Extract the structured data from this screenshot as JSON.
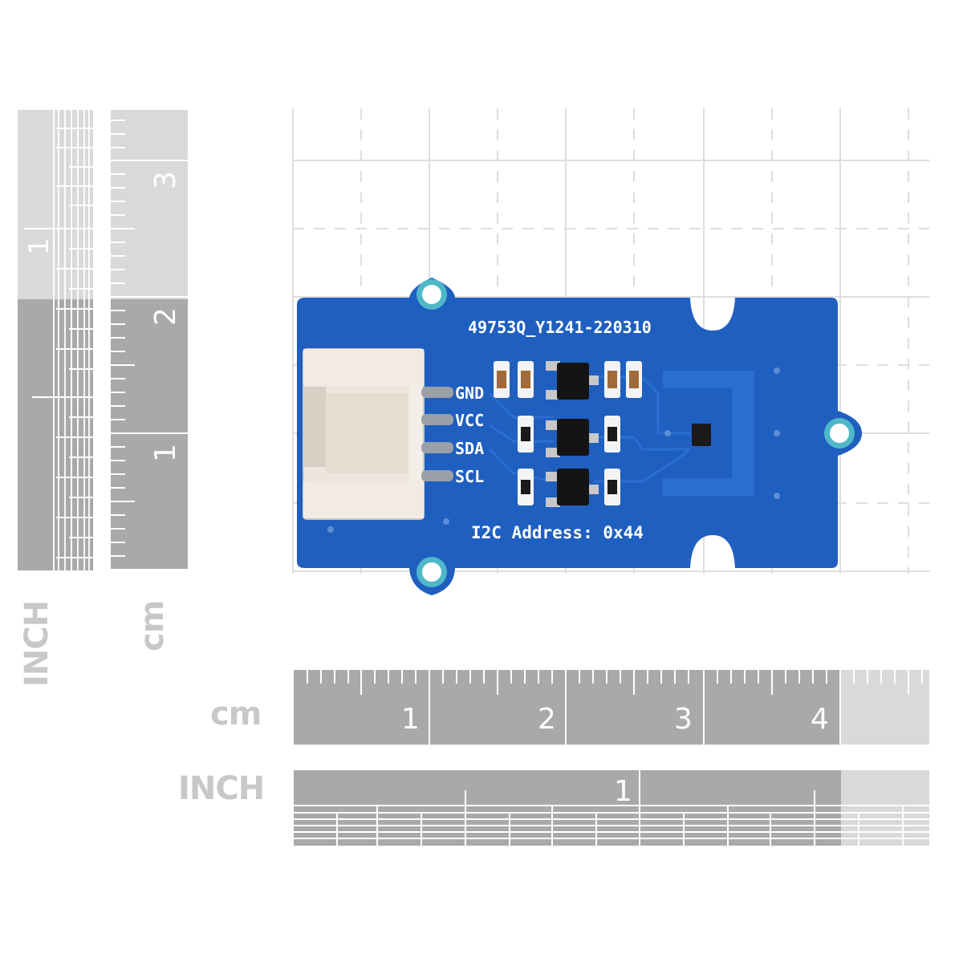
{
  "labels": {
    "vertical_inch": "INCH",
    "vertical_cm": "cm",
    "horizontal_cm": "cm",
    "horizontal_inch": "INCH"
  },
  "rulers": {
    "horizontal_cm_numbers": [
      "1",
      "2",
      "3",
      "4"
    ],
    "horizontal_inch_numbers": [
      "1"
    ],
    "vertical_cm_numbers": [
      "3",
      "2",
      "1"
    ],
    "vertical_inch_numbers": [
      "1"
    ]
  },
  "board": {
    "part_code": "49753Q_Y1241-220310",
    "pins": [
      "GND",
      "VCC",
      "SDA",
      "SCL"
    ],
    "address_label": "I2C Address: 0x44"
  },
  "colors": {
    "pcb": "#1f5fbf",
    "pad_ring": "#4fb8c8",
    "connector": "#ece6dd",
    "ruler_dark": "#a9a9a9",
    "ruler_light": "#d9d9d9",
    "label": "#c8c8c8"
  }
}
